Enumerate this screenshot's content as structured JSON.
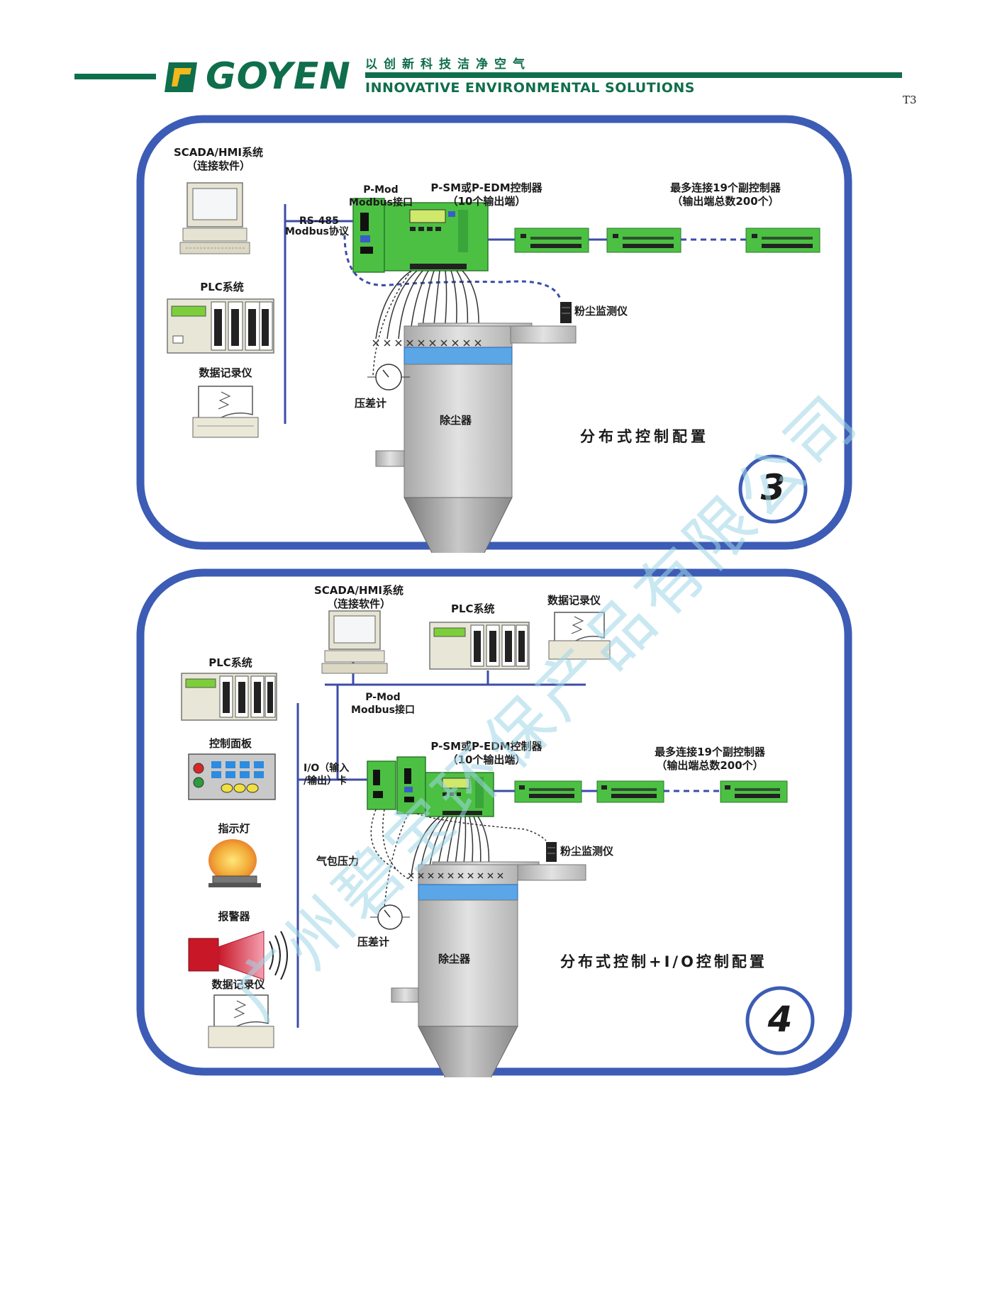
{
  "header": {
    "brand": "GOYEN",
    "slogan_cn": "以创新科技洁净空气",
    "slogan_en": "INNOVATIVE ENVIRONMENTAL SOLUTIONS",
    "page_code": "T3",
    "brand_color": "#0f6e4b"
  },
  "watermark": "广州碧宝环保产品有限公司",
  "diagram3": {
    "number": "3",
    "title": "分布式控制配置",
    "scada_line1": "SCADA/HMI系统",
    "scada_line2": "（连接软件）",
    "plc": "PLC系统",
    "recorder": "数据记录仪",
    "pmod_line1": "P-Mod",
    "pmod_line2": "Modbus接口",
    "rs485_line1": "RS-485",
    "rs485_line2": "Modbus协议",
    "controller_line1": "P-SM或P-EDM控制器",
    "controller_line2": "（10个输出端）",
    "slaves_line1": "最多连接19个副控制器",
    "slaves_line2": "（输出端总数200个）",
    "dust_monitor": "粉尘监测仪",
    "dp_gauge": "压差计",
    "collector": "除尘器"
  },
  "diagram4": {
    "number": "4",
    "title": "分布式控制+I/O控制配置",
    "scada_line1": "SCADA/HMI系统",
    "scada_line2": "（连接软件）",
    "plc_top": "PLC系统",
    "recorder_top": "数据记录仪",
    "plc_left": "PLC系统",
    "control_panel": "控制面板",
    "indicator": "指示灯",
    "alarm": "报警器",
    "recorder_left": "数据记录仪",
    "pmod_line1": "P-Mod",
    "pmod_line2": "Modbus接口",
    "io_line1": "I/O（输入",
    "io_line2": "/输出）卡",
    "controller_line1": "P-SM或P-EDM控制器",
    "controller_line2": "（10个输出端）",
    "slaves_line1": "最多连接19个副控制器",
    "slaves_line2": "（输出端总数200个）",
    "dust_monitor": "粉尘监测仪",
    "header_pressure": "气包压力",
    "dp_gauge": "压差计",
    "collector": "除尘器"
  }
}
